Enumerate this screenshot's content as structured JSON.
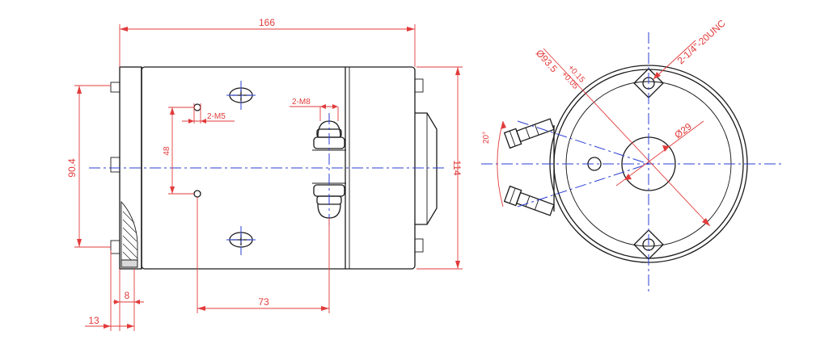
{
  "drawing": {
    "dimensions": {
      "overall_length": "166",
      "body_height": "114",
      "mount_span": "90.4",
      "hole_spacing": "48",
      "terminal_offset": "73",
      "flange_thickness": "8",
      "shaft_extension": "13",
      "thread_m5": "2-M5",
      "thread_m8": "2-M8",
      "angle": "20°",
      "bore_diameter": "Ø29",
      "pilot_diameter": "Ø93.5",
      "pilot_tol_upper": "+0.15",
      "pilot_tol_lower": "+0.05",
      "mount_thread": "2-1/4\"-20UNC"
    },
    "colors": {
      "object_lines": "#1a1a1a",
      "center_lines": "#2b3fd1",
      "dimension_lines": "#e23b3b",
      "background": "#ffffff"
    }
  }
}
